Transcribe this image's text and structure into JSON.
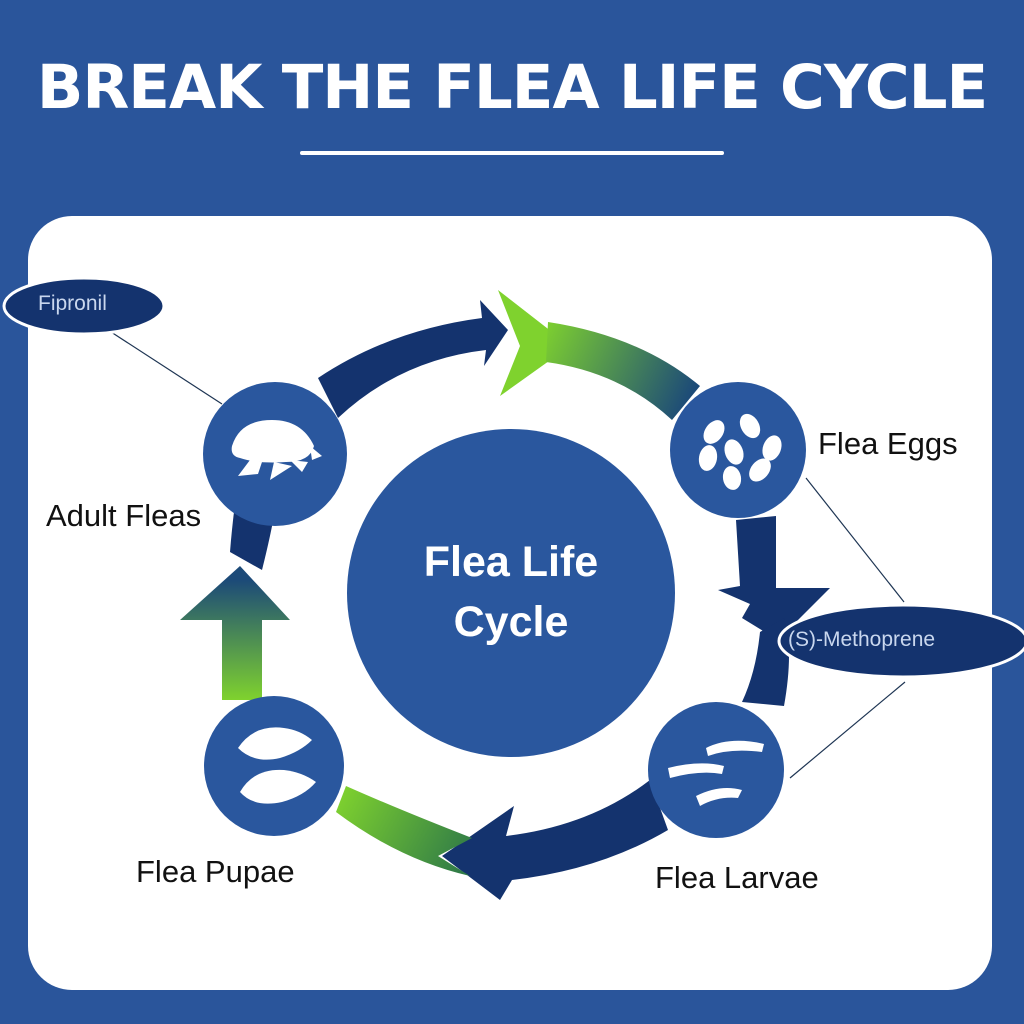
{
  "title": "BREAK THE FLEA LIFE CYCLE",
  "center": {
    "line1": "Flea Life",
    "line2": "Cycle"
  },
  "stages": {
    "eggs": "Flea Eggs",
    "larvae": "Flea Larvae",
    "pupae": "Flea Pupae",
    "adults": "Adult Fleas"
  },
  "treatments": {
    "fipronil": "Fipronil",
    "methoprene": "(S)-Methoprene"
  },
  "colors": {
    "background": "#2a559b",
    "navy": "#14336e",
    "circle": "#2a579e",
    "green": "#7fd22e"
  },
  "icons": [
    "flea-icon",
    "eggs-icon",
    "larvae-icon",
    "pupae-icon"
  ]
}
